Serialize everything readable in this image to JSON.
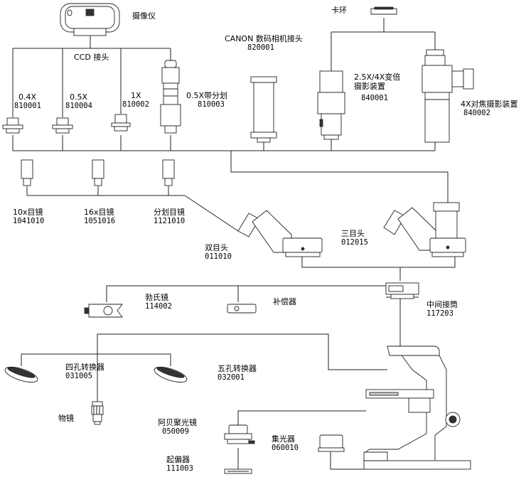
{
  "components": [
    {
      "id": "camera",
      "name": "摄像仪"
    },
    {
      "id": "ring",
      "name": "卡环"
    },
    {
      "id": "ccd",
      "name": "CCD 接头"
    },
    {
      "id": "canon",
      "name": "CANON 数码相机接头",
      "code": "820001"
    },
    {
      "id": "ccd04",
      "name": "0.4X",
      "code": "810001"
    },
    {
      "id": "ccd05",
      "name": "0.5X",
      "code": "810004"
    },
    {
      "id": "ccd1",
      "name": "1X",
      "code": "810002"
    },
    {
      "id": "ccd05r",
      "name": "0.5X带分划",
      "code": "810003"
    },
    {
      "id": "zoom",
      "name": "2.5X/4X变倍摄影装置",
      "name_lines": [
        "2.5X/4X变倍",
        "摄影装置"
      ],
      "code": "840001"
    },
    {
      "id": "focus",
      "name": "4X对焦摄影装置",
      "code": "840002"
    },
    {
      "id": "ep10",
      "name": "10x目镜",
      "code": "1041010"
    },
    {
      "id": "ep16",
      "name": "16x目镜",
      "code": "1051016"
    },
    {
      "id": "epret",
      "name": "分划目镜",
      "code": "1121010"
    },
    {
      "id": "bino",
      "name": "双目头",
      "code": "011010"
    },
    {
      "id": "trino",
      "name": "三目头",
      "code": "012015"
    },
    {
      "id": "bertrand",
      "name": "勃氏镜",
      "code": "114002"
    },
    {
      "id": "compensator",
      "name": "补偿器"
    },
    {
      "id": "intermediate",
      "name": "中间接筒",
      "code": "117203"
    },
    {
      "id": "nose4",
      "name": "四孔转换器",
      "code": "031005"
    },
    {
      "id": "nose5",
      "name": "五孔转换器",
      "code": "032001"
    },
    {
      "id": "objective",
      "name": "物镜"
    },
    {
      "id": "abbe",
      "name": "阿贝聚光镜",
      "code": "050009"
    },
    {
      "id": "condenser",
      "name": "集光器",
      "code": "060010"
    },
    {
      "id": "polarizer",
      "name": "起偏器",
      "code": "111003"
    }
  ]
}
